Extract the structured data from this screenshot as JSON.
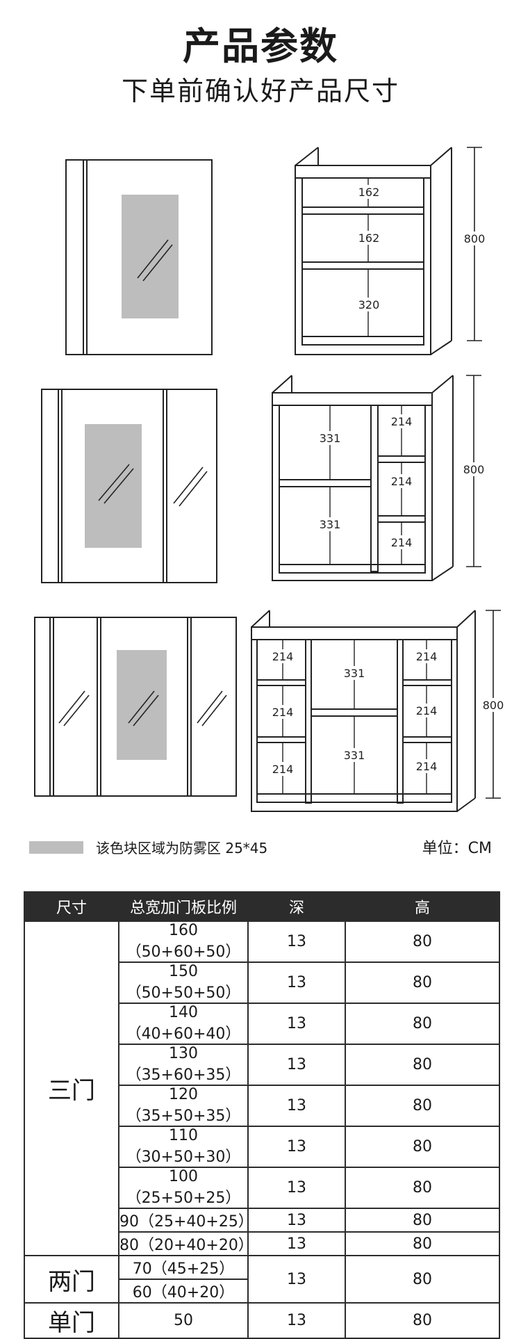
{
  "header": {
    "title": "产品参数",
    "subtitle": "下单前确认好产品尺寸"
  },
  "drawings": {
    "single_door": {
      "height": "800",
      "shelves": [
        "162",
        "162",
        "320"
      ]
    },
    "two_door": {
      "height": "800",
      "left": [
        "331",
        "331"
      ],
      "right": [
        "214",
        "214",
        "214"
      ]
    },
    "three_door": {
      "height": "800",
      "left": [
        "214",
        "214",
        "214"
      ],
      "middle": [
        "331",
        "331"
      ],
      "right": [
        "214",
        "214",
        "214"
      ]
    }
  },
  "legend": {
    "text": "该色块区域为防雾区  25*45",
    "swatch_color": "#bdbdbd"
  },
  "unit": "单位：CM",
  "table": {
    "headers": [
      "尺寸",
      "总宽加门板比例",
      "深",
      "高"
    ],
    "groups": [
      {
        "name": "三门",
        "rows": [
          {
            "width": "160（50+60+50）",
            "depth": "13",
            "height": "80"
          },
          {
            "width": "150（50+50+50）",
            "depth": "13",
            "height": "80"
          },
          {
            "width": "140（40+60+40）",
            "depth": "13",
            "height": "80"
          },
          {
            "width": "130（35+60+35）",
            "depth": "13",
            "height": "80"
          },
          {
            "width": "120（35+50+35）",
            "depth": "13",
            "height": "80"
          },
          {
            "width": "110（30+50+30）",
            "depth": "13",
            "height": "80"
          },
          {
            "width": "100（25+50+25）",
            "depth": "13",
            "height": "80"
          },
          {
            "width": "90（25+40+25）",
            "depth": "13",
            "height": "80"
          },
          {
            "width": "80（20+40+20）",
            "depth": "13",
            "height": "80"
          }
        ]
      },
      {
        "name": "两门",
        "rows": [
          {
            "width": "70（45+25）"
          },
          {
            "width": "60（40+20）"
          }
        ],
        "depth": "13",
        "height": "80"
      },
      {
        "name": "单门",
        "rows": [
          {
            "width": "50",
            "depth": "13",
            "height": "80"
          }
        ]
      }
    ]
  }
}
